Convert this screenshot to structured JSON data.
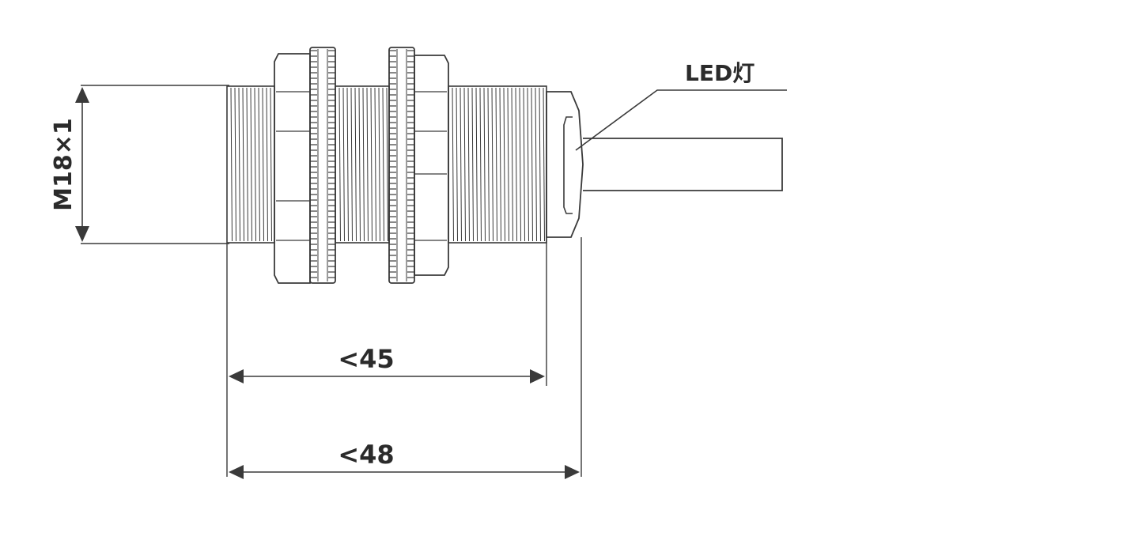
{
  "labels": {
    "thread_spec": "M18×1",
    "led_callout": "LED灯",
    "dim_threaded_length": "<45",
    "dim_total_length": "<48"
  },
  "colors": {
    "line": "#3a3a3a",
    "text": "#2b2b2b",
    "background": "#ffffff"
  }
}
